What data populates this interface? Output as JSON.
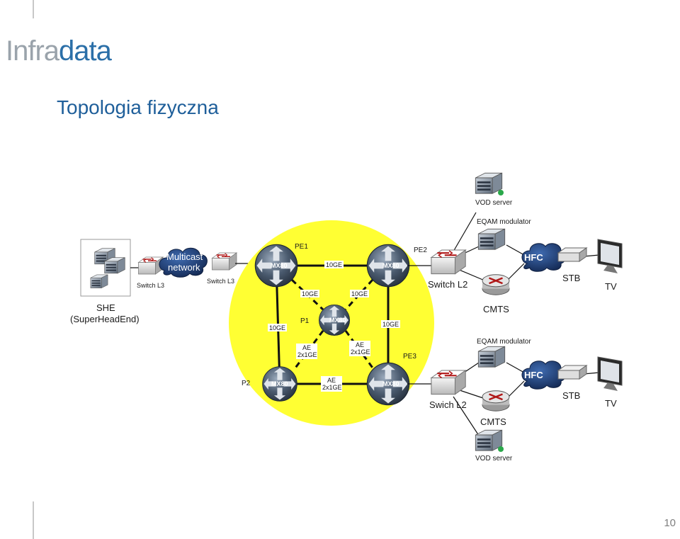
{
  "logo": {
    "part1": "Infra",
    "part2": "data"
  },
  "title": "Topologia fizyczna",
  "page_number": "10",
  "nodes": {
    "pe1": "PE1",
    "pe2": "PE2",
    "pe3": "PE3",
    "p1": "P1",
    "p2": "P2",
    "router_model": "MX80",
    "switch_l3_a": "Switch L3",
    "switch_l3_b": "Switch L3",
    "multicast_1": "Multicast",
    "multicast_2": "network",
    "she_1": "SHE",
    "she_2": "(SuperHeadEnd)",
    "switch_l2_top": "Switch L2",
    "switch_l2_bottom": "Swich L2",
    "vod_top": "VOD server",
    "vod_bottom": "VOD server",
    "eqam_top": "EQAM modulator",
    "eqam_bottom": "EQAM modulator",
    "hfc": "HFC",
    "stb": "STB",
    "tv": "TV",
    "cmts": "CMTS"
  },
  "links": {
    "pe1_pe2": "10GE",
    "pe1_p1": "10GE",
    "pe2_p1": "10GE",
    "pe1_p2": "10GE",
    "pe2_pe3": "10GE",
    "ae": "AE",
    "ae_rate": "2x1GE"
  },
  "colors": {
    "ring": "#ffff33",
    "router_dark": "#2f3d4f",
    "router_light": "#8a99ab",
    "cloud": "#1f3d73",
    "link": "#111111"
  }
}
